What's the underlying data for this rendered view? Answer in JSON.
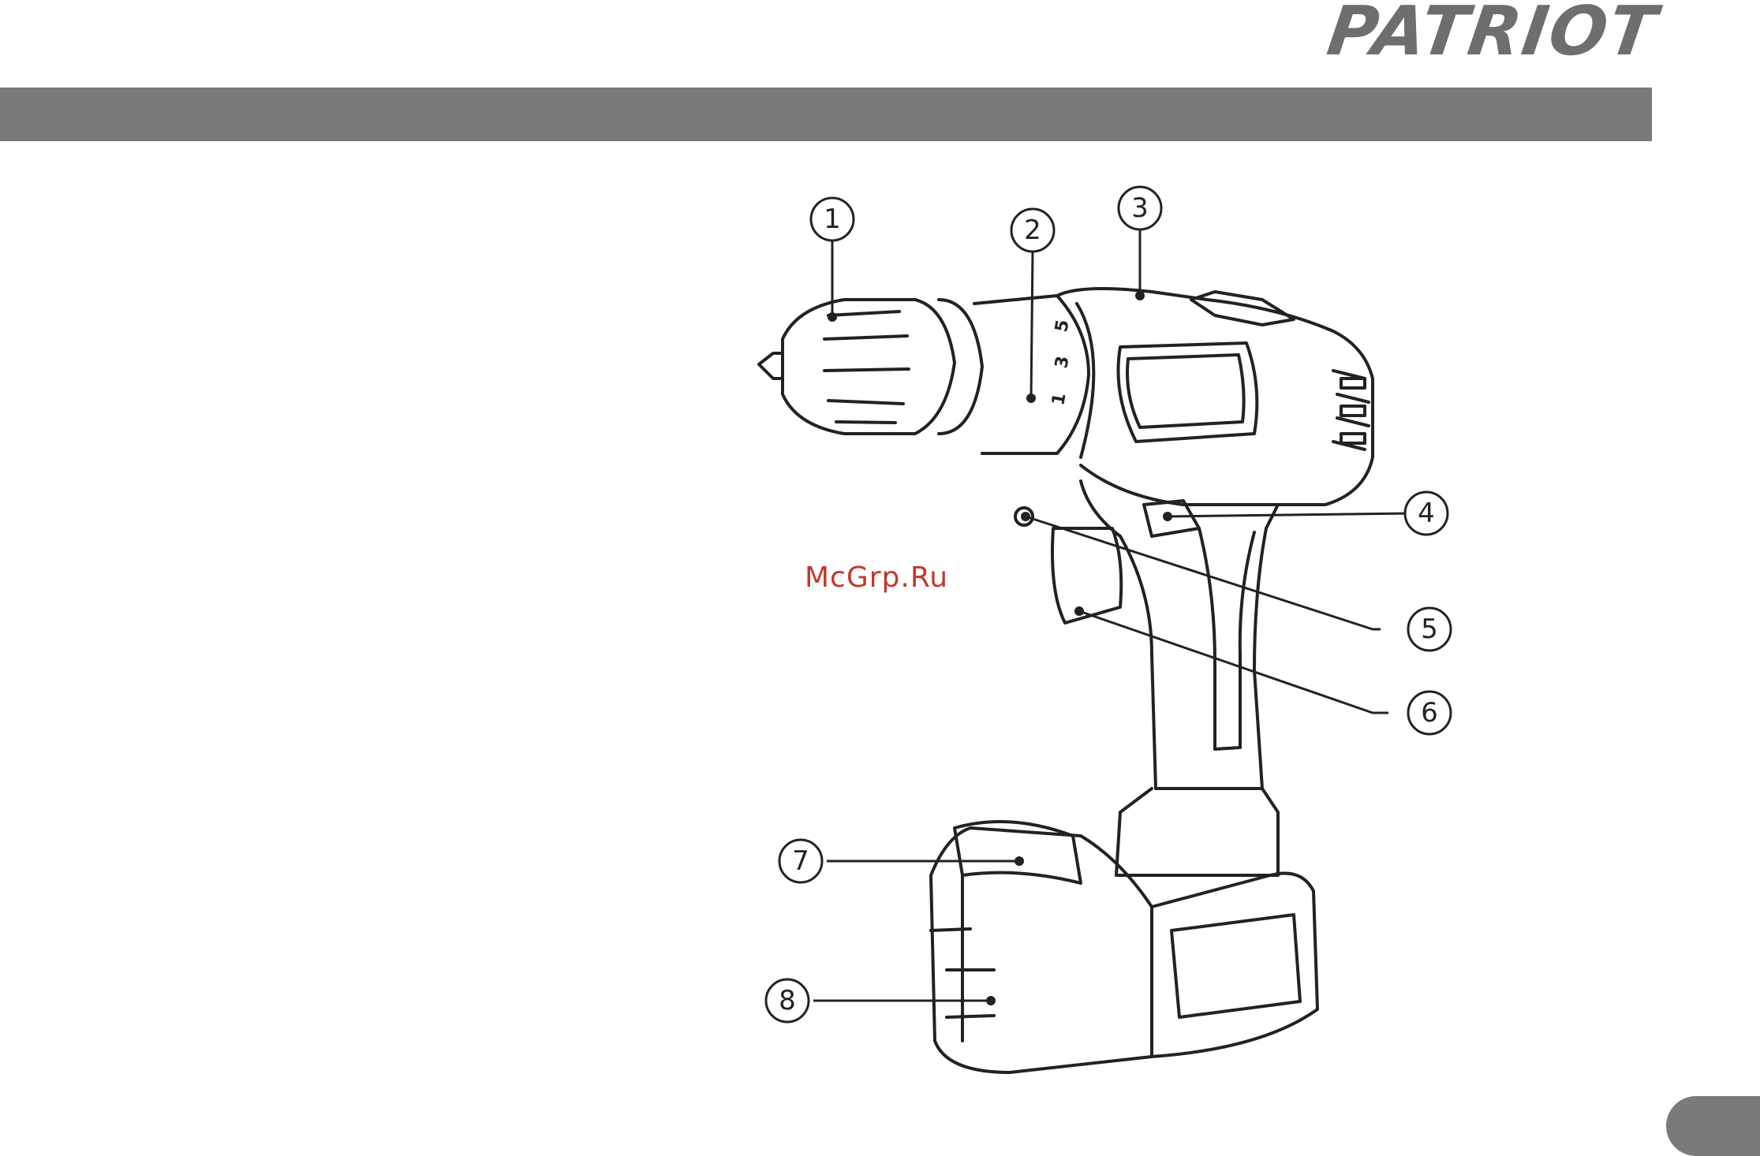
{
  "header": {
    "logo_text": "PATRIOT",
    "bar_color": "#7a7a7a"
  },
  "figure": {
    "callouts": [
      {
        "num": "1"
      },
      {
        "num": "2"
      },
      {
        "num": "3"
      },
      {
        "num": "4"
      },
      {
        "num": "5"
      },
      {
        "num": "6"
      },
      {
        "num": "7"
      },
      {
        "num": "8"
      }
    ],
    "dial_marks": [
      "1",
      "3",
      "5"
    ]
  },
  "watermark": {
    "text": "McGrp.Ru",
    "color": "#c0392b"
  }
}
